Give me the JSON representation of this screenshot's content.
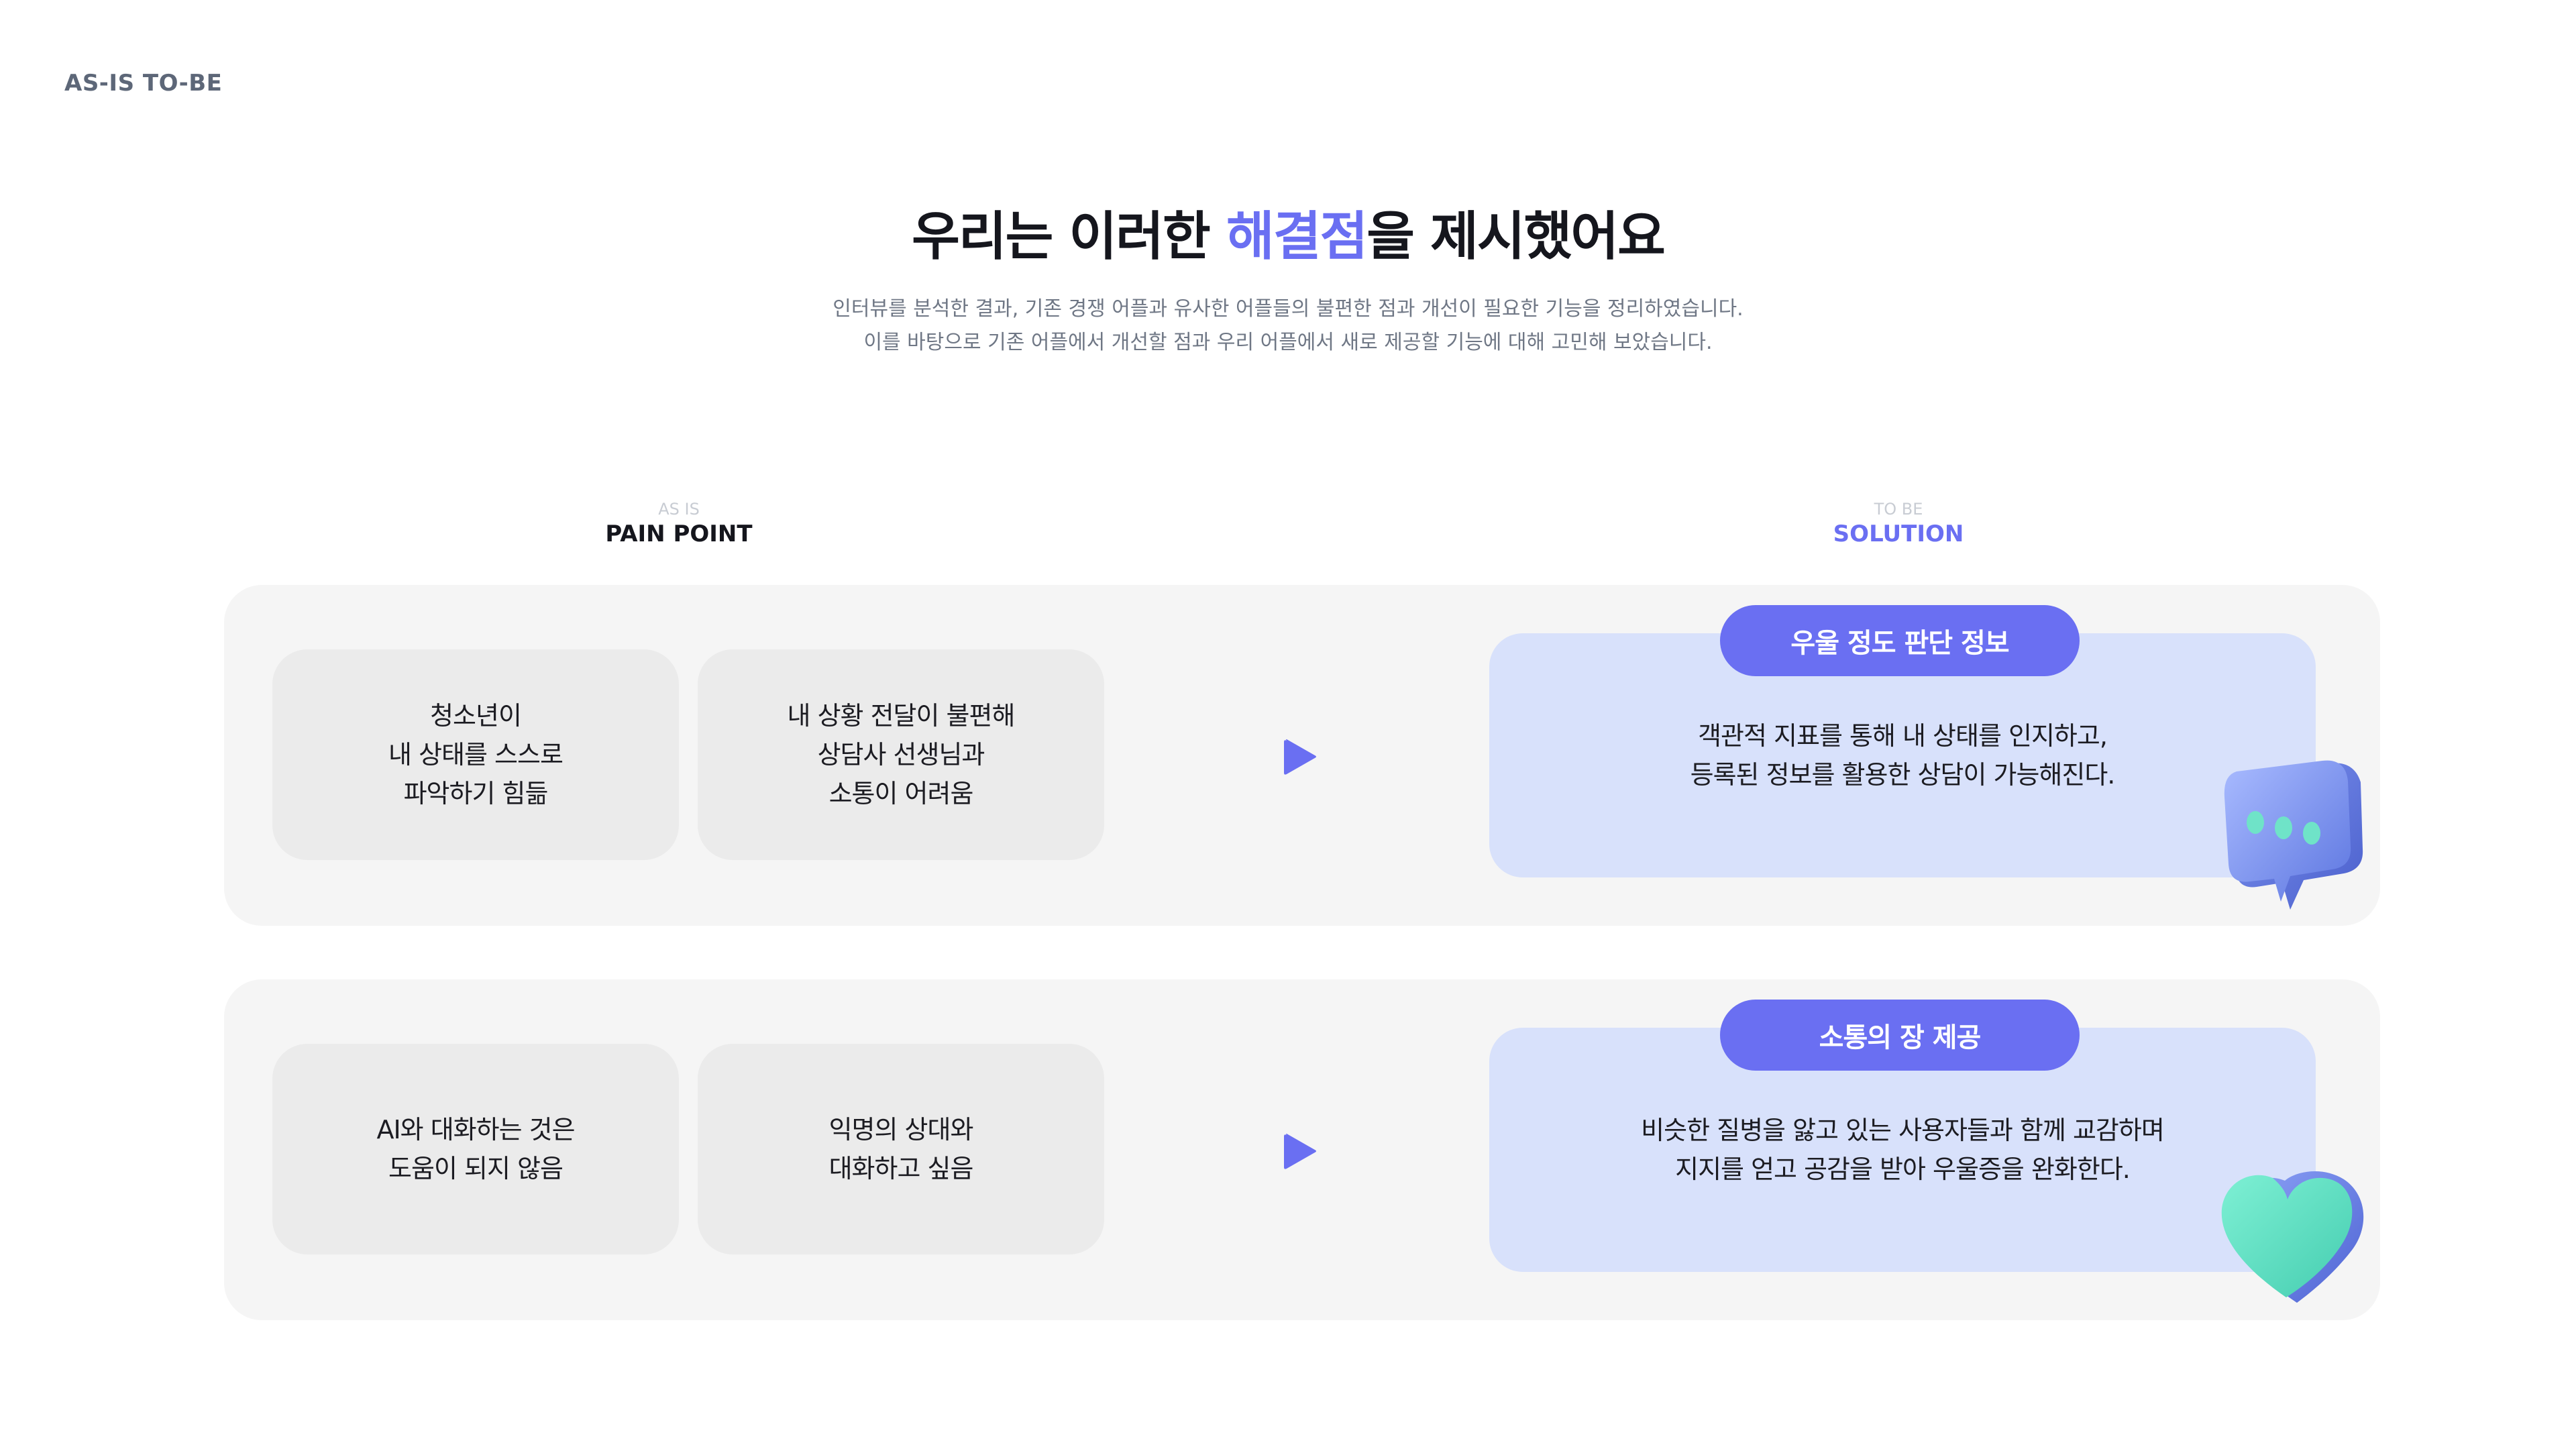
{
  "header": {
    "tag": "AS-IS TO-BE"
  },
  "hero": {
    "title_prefix": "우리는 이러한 ",
    "title_accent": "해결점",
    "title_suffix": "을 제시했어요",
    "subtitle_line1": "인터뷰를 분석한 결과, 기존 경쟁 어플과 유사한 어플들의 불편한 점과 개선이 필요한 기능을 정리하였습니다.",
    "subtitle_line2": "이를 바탕으로 기존 어플에서 개선할 점과 우리 어플에서 새로 제공할 기능에 대해 고민해 보았습니다."
  },
  "columns": {
    "left": {
      "small": "AS IS",
      "big": "PAIN POINT"
    },
    "right": {
      "small": "TO BE",
      "big": "SOLUTION"
    }
  },
  "rows": [
    {
      "pain1": [
        "청소년이",
        "내 상태를 스스로",
        "파악하기 힘듦"
      ],
      "pain2": [
        "내 상황 전달이 불편해",
        "상담사 선생님과",
        "소통이 어려움"
      ],
      "solution_title": "우울 정도 판단 정보",
      "solution_text": [
        "객관적 지표를 통해 내 상태를 인지하고,",
        "등록된 정보를 활용한 상담이 가능해진다."
      ],
      "deco_icon": "chat-bubble-icon"
    },
    {
      "pain1": [
        "AI와 대화하는 것은",
        "도움이 되지 않음"
      ],
      "pain2": [
        "익명의 상대와",
        "대화하고 싶음"
      ],
      "solution_title": "소통의 장 제공",
      "solution_text": [
        "비슷한 질병을 앓고 있는 사용자들과 함께 교감하며",
        "지지를 얻고 공감을 받아 우울증을 완화한다."
      ],
      "deco_icon": "heart-icon"
    }
  ],
  "colors": {
    "accent": "#6a6ff2",
    "solution_bg": "#d8e1fb",
    "pain_bg": "#ebebeb",
    "row_bg": "#f5f5f5",
    "heart": "#62e3c7"
  }
}
